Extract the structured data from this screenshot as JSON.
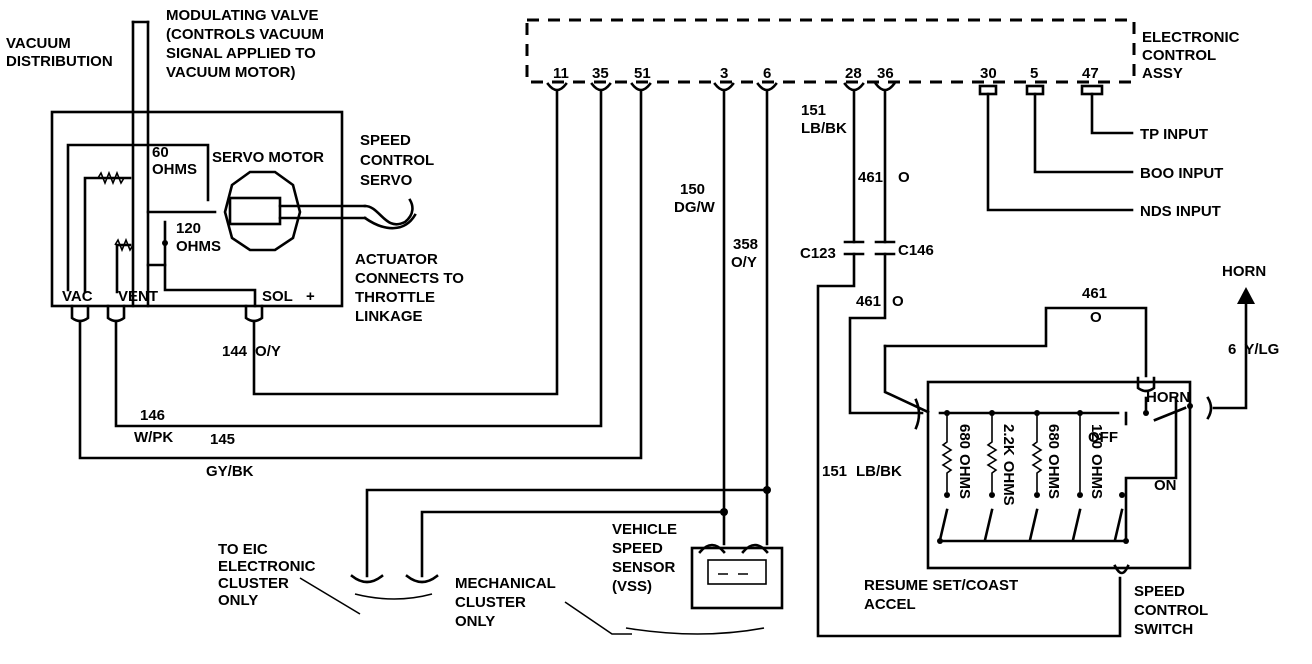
{
  "labels": {
    "vacuum_distribution": [
      "VACUUM",
      "DISTRIBUTION"
    ],
    "modulating_valve": [
      "MODULATING VALVE",
      "(CONTROLS VACUUM",
      "SIGNAL APPLIED TO",
      "VACUUM MOTOR)"
    ],
    "servo_motor": "SERVO MOTOR",
    "speed_control_servo": [
      "SPEED",
      "CONTROL",
      "SERVO"
    ],
    "ohms_60": [
      "60",
      "OHMS"
    ],
    "ohms_120": [
      "120",
      "OHMS"
    ],
    "actuator": [
      "ACTUATOR",
      "CONNECTS TO",
      "THROTTLE",
      "LINKAGE"
    ],
    "servo_terminals": {
      "vac": "VAC",
      "vent": "VENT",
      "sol": "SOL",
      "plus": "+"
    },
    "eca": [
      "ELECTRONIC",
      "CONTROL",
      "ASSY"
    ],
    "eca_pins": [
      "11",
      "35",
      "51",
      "3",
      "6",
      "28",
      "36",
      "30",
      "5",
      "47"
    ],
    "tp_input": "TP INPUT",
    "boo_input": "BOO INPUT",
    "nds_input": "NDS INPUT",
    "horn": "HORN",
    "to_eic": [
      "TO EIC",
      "ELECTRONIC",
      "CLUSTER",
      "ONLY"
    ],
    "mechanical_cluster": [
      "MECHANICAL",
      "CLUSTER",
      "ONLY"
    ],
    "vss": [
      "VEHICLE",
      "SPEED",
      "SENSOR",
      "(VSS)"
    ],
    "switch_positions": [
      "RESUME SET/COAST",
      "ACCEL"
    ],
    "speed_control_switch": [
      "SPEED",
      "CONTROL",
      "SWITCH"
    ],
    "switch_labels": {
      "off": "OFF",
      "on": "ON",
      "horn": "HORN"
    },
    "resistors": [
      {
        "value": "680",
        "unit": "OHMS"
      },
      {
        "value": "2.2K",
        "unit": "OHMS"
      },
      {
        "value": "680",
        "unit": "OHMS"
      },
      {
        "value": "120",
        "unit": "OHMS"
      }
    ],
    "connectors": {
      "c123": "C123",
      "c146": "C146"
    }
  },
  "wires": {
    "w144": {
      "circuit": "144",
      "color": "O/Y"
    },
    "w146": {
      "circuit": "146",
      "color": "W/PK"
    },
    "w145": {
      "circuit": "145",
      "color": "GY/BK"
    },
    "w150": {
      "circuit": "150",
      "color": "DG/W"
    },
    "w358": {
      "circuit": "358",
      "color": "O/Y"
    },
    "w151_top": {
      "circuit": "151",
      "color": "LB/BK"
    },
    "w151_bottom": {
      "circuit": "151",
      "color": "LB/BK"
    },
    "w461_a": {
      "circuit": "461",
      "color": "O"
    },
    "w461_b": {
      "circuit": "461",
      "color": "O"
    },
    "w461_c": {
      "circuit": "461",
      "color": "O"
    },
    "w6": {
      "circuit": "6",
      "color": "Y/LG"
    }
  }
}
